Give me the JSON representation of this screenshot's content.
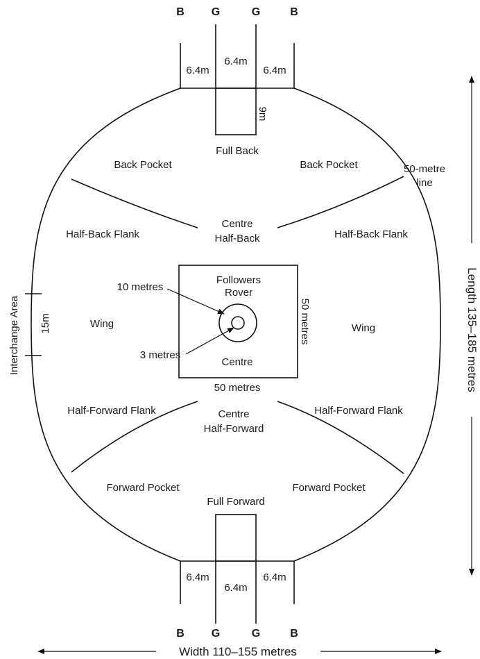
{
  "posts": {
    "top": [
      "B",
      "G",
      "G",
      "B"
    ],
    "bottom": [
      "B",
      "G",
      "G",
      "B"
    ]
  },
  "dimensions": {
    "post_gap_left": "6.4m",
    "post_gap_centre": "6.4m",
    "post_gap_right": "6.4m",
    "goal_square_depth": "9m",
    "interchange_width": "15m",
    "centre_square_width": "50 metres",
    "centre_square_height": "50 metres",
    "outer_circle": "10 metres",
    "inner_circle": "3 metres",
    "length": "Length 135–185 metres",
    "width": "Width 110–155 metres"
  },
  "labels": {
    "interchange": "Interchange Area",
    "fifty_metre_line": [
      "50-metre",
      "line"
    ]
  },
  "positions": {
    "full_back": "Full Back",
    "back_pocket_left": "Back Pocket",
    "back_pocket_right": "Back Pocket",
    "centre_half_back": [
      "Centre",
      "Half-Back"
    ],
    "half_back_flank_left": "Half-Back Flank",
    "half_back_flank_right": "Half-Back Flank",
    "followers": "Followers",
    "rover": "Rover",
    "wing_left": "Wing",
    "wing_right": "Wing",
    "centre": "Centre",
    "centre_half_forward": [
      "Centre",
      "Half-Forward"
    ],
    "half_forward_flank_left": "Half-Forward Flank",
    "half_forward_flank_right": "Half-Forward Flank",
    "forward_pocket_left": "Forward Pocket",
    "forward_pocket_right": "Forward Pocket",
    "full_forward": "Full Forward"
  }
}
